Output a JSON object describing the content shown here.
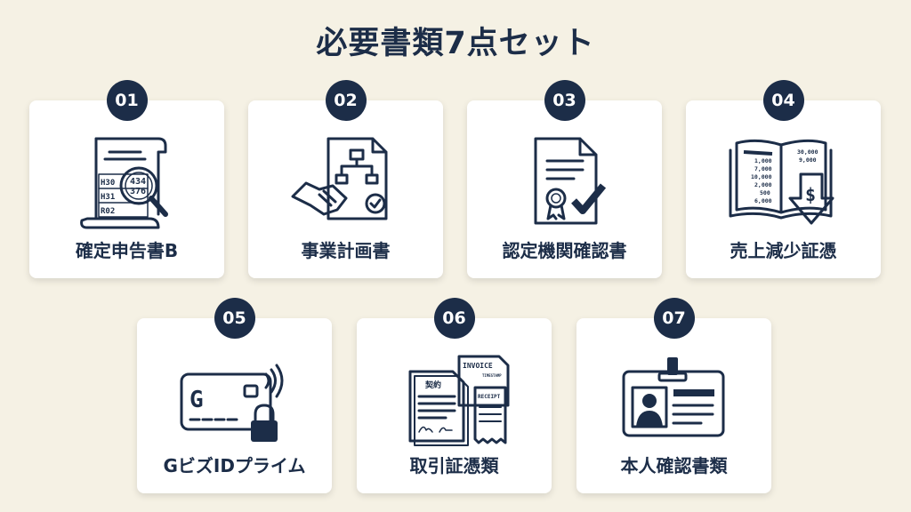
{
  "title": "必要書類7点セット",
  "colors": {
    "background": "#f5f1e4",
    "navy": "#1c2d48",
    "card": "#ffffff"
  },
  "cards": [
    {
      "number": "01",
      "label": "確定申告書B",
      "icon": "tax-return-magnifier-icon",
      "icon_text": [
        "H30",
        "H31",
        "R02",
        "434",
        "376"
      ]
    },
    {
      "number": "02",
      "label": "事業計画書",
      "icon": "business-plan-handshake-icon"
    },
    {
      "number": "03",
      "label": "認定機関確認書",
      "icon": "certified-document-check-icon"
    },
    {
      "number": "04",
      "label": "売上減少証憑",
      "icon": "ledger-decrease-icon",
      "icon_text": [
        "1,000",
        "7,000",
        "10,000",
        "2,000",
        "500",
        "6,000",
        "30,000",
        "9,000",
        "$"
      ]
    },
    {
      "number": "05",
      "label": "GビズIDプライム",
      "icon": "gbiz-card-lock-icon",
      "icon_text": [
        "G"
      ]
    },
    {
      "number": "06",
      "label": "取引証憑類",
      "icon": "transaction-documents-icon",
      "icon_text": [
        "契約",
        "INVOICE",
        "TIMESTAMP",
        "RECEIPT"
      ]
    },
    {
      "number": "07",
      "label": "本人確認書類",
      "icon": "id-card-icon"
    }
  ]
}
